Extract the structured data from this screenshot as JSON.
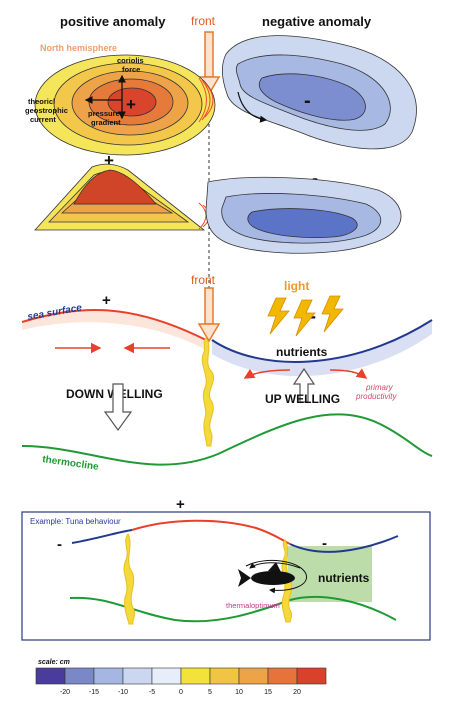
{
  "header": {
    "positive": "positive anomaly",
    "front": "front",
    "negative": "negative anomaly"
  },
  "top_panel": {
    "hemisphere": "North hemisphere",
    "coriolis": "coriolis",
    "force": "force",
    "theoretical": "theoricl",
    "geostrophic": "geostrophic",
    "current": "current",
    "pressure": "pressure",
    "gradient": "gradient",
    "plus": "+",
    "minus": "-"
  },
  "side_panel": {
    "plus": "+",
    "minus": "-"
  },
  "middle_panel": {
    "front": "front",
    "sea_surface": "sea surface",
    "plus": "+",
    "minus": "-",
    "light": "light",
    "nutrients": "nutrients",
    "down_welling": "DOWN WELLING",
    "up_welling": "UP WELLING",
    "primary": "primary",
    "productivity": "productivity",
    "thermocline": "thermocline"
  },
  "bottom_panel": {
    "title": "Example: Tuna behaviour",
    "plus": "+",
    "minus_left": "-",
    "minus_right": "-",
    "nutrients": "nutrients",
    "thermaloptimum": "thermaloptimum"
  },
  "scale": {
    "label": "scale: cm",
    "ticks": [
      "-20",
      "-15",
      "-10",
      "-5",
      "0",
      "5",
      "10",
      "15",
      "20"
    ],
    "colors": [
      "#4a3c9c",
      "#7b88c8",
      "#a6b6e2",
      "#cbd7f0",
      "#e7eef9",
      "#f3e23a",
      "#f1c444",
      "#eda348",
      "#e5733a",
      "#d8422a"
    ]
  },
  "colors": {
    "warm_red": "#e8402a",
    "cold_blue": "#223a8e",
    "thermocline_green": "#1f9a34",
    "front_orange": "#e87a2a",
    "yellow": "#f3d93a"
  }
}
